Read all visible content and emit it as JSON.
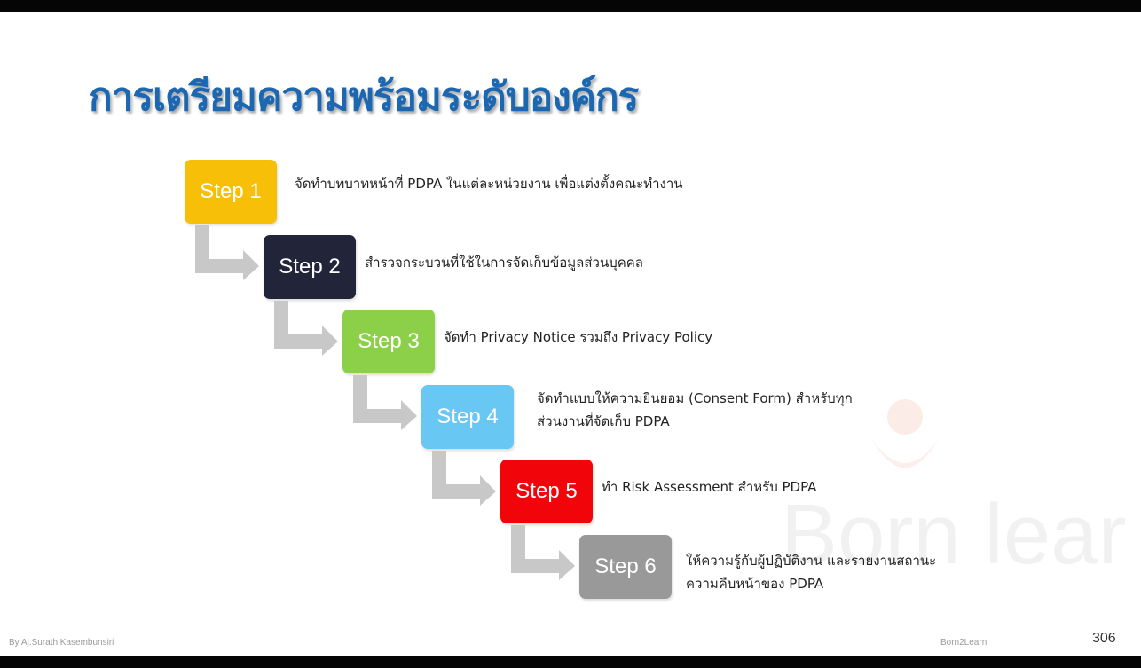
{
  "title": "การเตรียมความพร้อมระดับองค์กร",
  "steps": [
    {
      "label": "Step 1",
      "color": "#f8bf08",
      "desc": [
        "จัดทำบทบาทหน้าที่ PDPA ในแต่ละหน่วยงาน เพื่อแต่งตั้งคณะทำงาน"
      ]
    },
    {
      "label": "Step 2",
      "color": "#222539",
      "desc": [
        "สำรวจกระบวนที่ใช้ในการจัดเก็บข้อมูลส่วนบุคคล"
      ]
    },
    {
      "label": "Step 3",
      "color": "#8cd04a",
      "desc": [
        "จัดทำ Privacy Notice รวมถึง Privacy Policy"
      ]
    },
    {
      "label": "Step 4",
      "color": "#69c7f4",
      "desc": [
        "จัดทำแบบให้ความยินยอม (Consent Form) สำหรับทุก",
        "ส่วนงานที่จัดเก็บ PDPA"
      ]
    },
    {
      "label": "Step 5",
      "color": "#f2050a",
      "desc": [
        "ทำ Risk Assessment สำหรับ PDPA"
      ]
    },
    {
      "label": "Step 6",
      "color": "#999999",
      "desc": [
        "ให้ความรู้กับผู้ปฏิบัติงาน และรายงานสถานะ",
        "ความคืบหน้าของ PDPA"
      ]
    }
  ],
  "watermark_text": "Born learn",
  "footer": {
    "author": "By Aj.Surath Kasembunsiri",
    "brand": "Born2Learn",
    "page_number": "306"
  }
}
